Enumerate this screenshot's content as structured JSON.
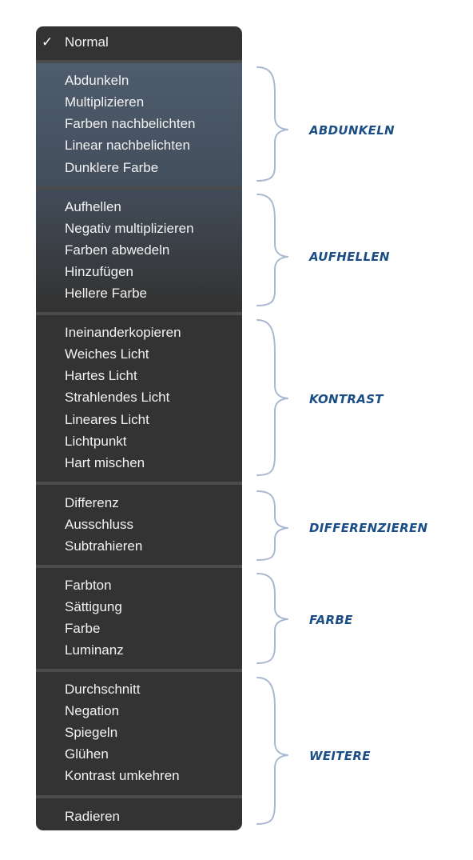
{
  "menu": {
    "selected": {
      "check": "✓",
      "label": "Normal"
    },
    "groups": [
      {
        "items": [
          "Abdunkeln",
          "Multiplizieren",
          "Farben nachbelichten",
          "Linear nachbelichten",
          "Dunklere Farbe"
        ]
      },
      {
        "items": [
          "Aufhellen",
          "Negativ multiplizieren",
          "Farben abwedeln",
          "Hinzufügen",
          "Hellere Farbe"
        ]
      },
      {
        "items": [
          "Ineinanderkopieren",
          "Weiches Licht",
          "Hartes Licht",
          "Strahlendes Licht",
          "Lineares Licht",
          "Lichtpunkt",
          "Hart mischen"
        ]
      },
      {
        "items": [
          "Differenz",
          "Ausschluss",
          "Subtrahieren"
        ]
      },
      {
        "items": [
          "Farbton",
          "Sättigung",
          "Farbe",
          "Luminanz"
        ]
      },
      {
        "items": [
          "Durchschnitt",
          "Negation",
          "Spiegeln",
          "Glühen",
          "Kontrast umkehren"
        ]
      }
    ],
    "last": "Radieren"
  },
  "categories": [
    "ABDUNKELN",
    "AUFHELLEN",
    "KONTRAST",
    "DIFFERENZIEREN",
    "FARBE",
    "WEITERE"
  ],
  "colors": {
    "menu_bg": "#333333",
    "separator": "#4c4c4c",
    "menu_text": "#f2f2f2",
    "category_text": "#1a4e85",
    "brace": "#a9b8d0"
  }
}
